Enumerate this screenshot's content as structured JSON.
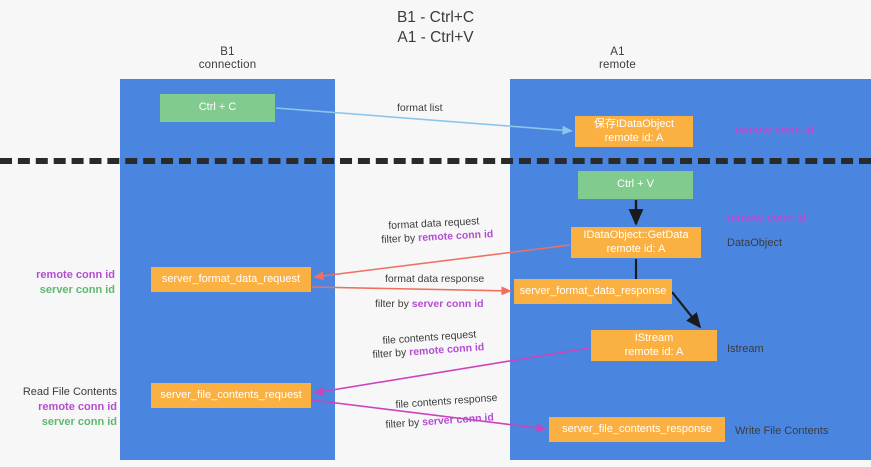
{
  "title": {
    "line1": "B1 - Ctrl+C",
    "line2": "A1 - Ctrl+V"
  },
  "lanes": [
    {
      "id": "b1",
      "name": "B1",
      "subtitle": "connection"
    },
    {
      "id": "a1",
      "name": "A1",
      "subtitle": "remote"
    }
  ],
  "boxes": {
    "ctrl_c": {
      "label": "Ctrl + C",
      "color": "#82cb8f"
    },
    "ctrl_v": {
      "label": "Ctrl + V",
      "color": "#82cb8f"
    },
    "idataobject": {
      "line1": "保存IDataObject",
      "line2": "remote id: A",
      "color": "#fbb042"
    },
    "getdata": {
      "line1": "IDataObject::GetData",
      "line2": "remote id: A",
      "color": "#fbb042"
    },
    "istream": {
      "line1": "IStream",
      "line2": "remote id: A",
      "color": "#fbb042"
    },
    "server_format_data_request": {
      "label": "server_format_data_request",
      "color": "#fbb042"
    },
    "server_format_data_response": {
      "label": "server_format_data_response",
      "color": "#fbb042"
    },
    "server_file_contents_request": {
      "label": "server_file_contents_request",
      "color": "#fbb042"
    },
    "server_file_contents_response": {
      "label": "server_file_contents_response",
      "color": "#fbb042"
    }
  },
  "edge_labels": {
    "format_list": "format list",
    "format_data_request": "format data request",
    "format_data_request_filter_prefix": "filter by ",
    "format_data_request_filter_key": "remote conn id",
    "format_data_response": "format data response",
    "format_data_response_filter_prefix": "filter by ",
    "format_data_response_filter_key": "server conn id",
    "file_contents_request": "file contents request",
    "file_contents_request_filter_prefix": "filter by ",
    "file_contents_request_filter_key": "remote conn id",
    "file_contents_response": "file contents response",
    "file_contents_response_filter_prefix": "filter by ",
    "file_contents_response_filter_key": "server conn id"
  },
  "right_notes": {
    "remote_conn_id_top": "remote conn id",
    "remote_conn_id_mid": "remote conn id",
    "dataobject": "DataObject",
    "istream": "Istream",
    "write_file_contents": "Write File Contents"
  },
  "left_notes": {
    "group1": {
      "remote": "remote conn id",
      "server": "server conn id"
    },
    "group2": {
      "heading": "Read File Contents",
      "remote": "remote conn id",
      "server": "server conn id"
    }
  },
  "colors": {
    "lane": "#4a86e0",
    "green_box": "#82cb8f",
    "orange_box": "#fbb042",
    "remote_key": "#b44dd1",
    "server_key": "#5fb76f",
    "arrow_blue": "#8ec6ea",
    "arrow_red": "#ef6f61",
    "arrow_magenta": "#cc44bb",
    "arrow_black": "#1a1a1a",
    "background": "#f7f7f8"
  }
}
